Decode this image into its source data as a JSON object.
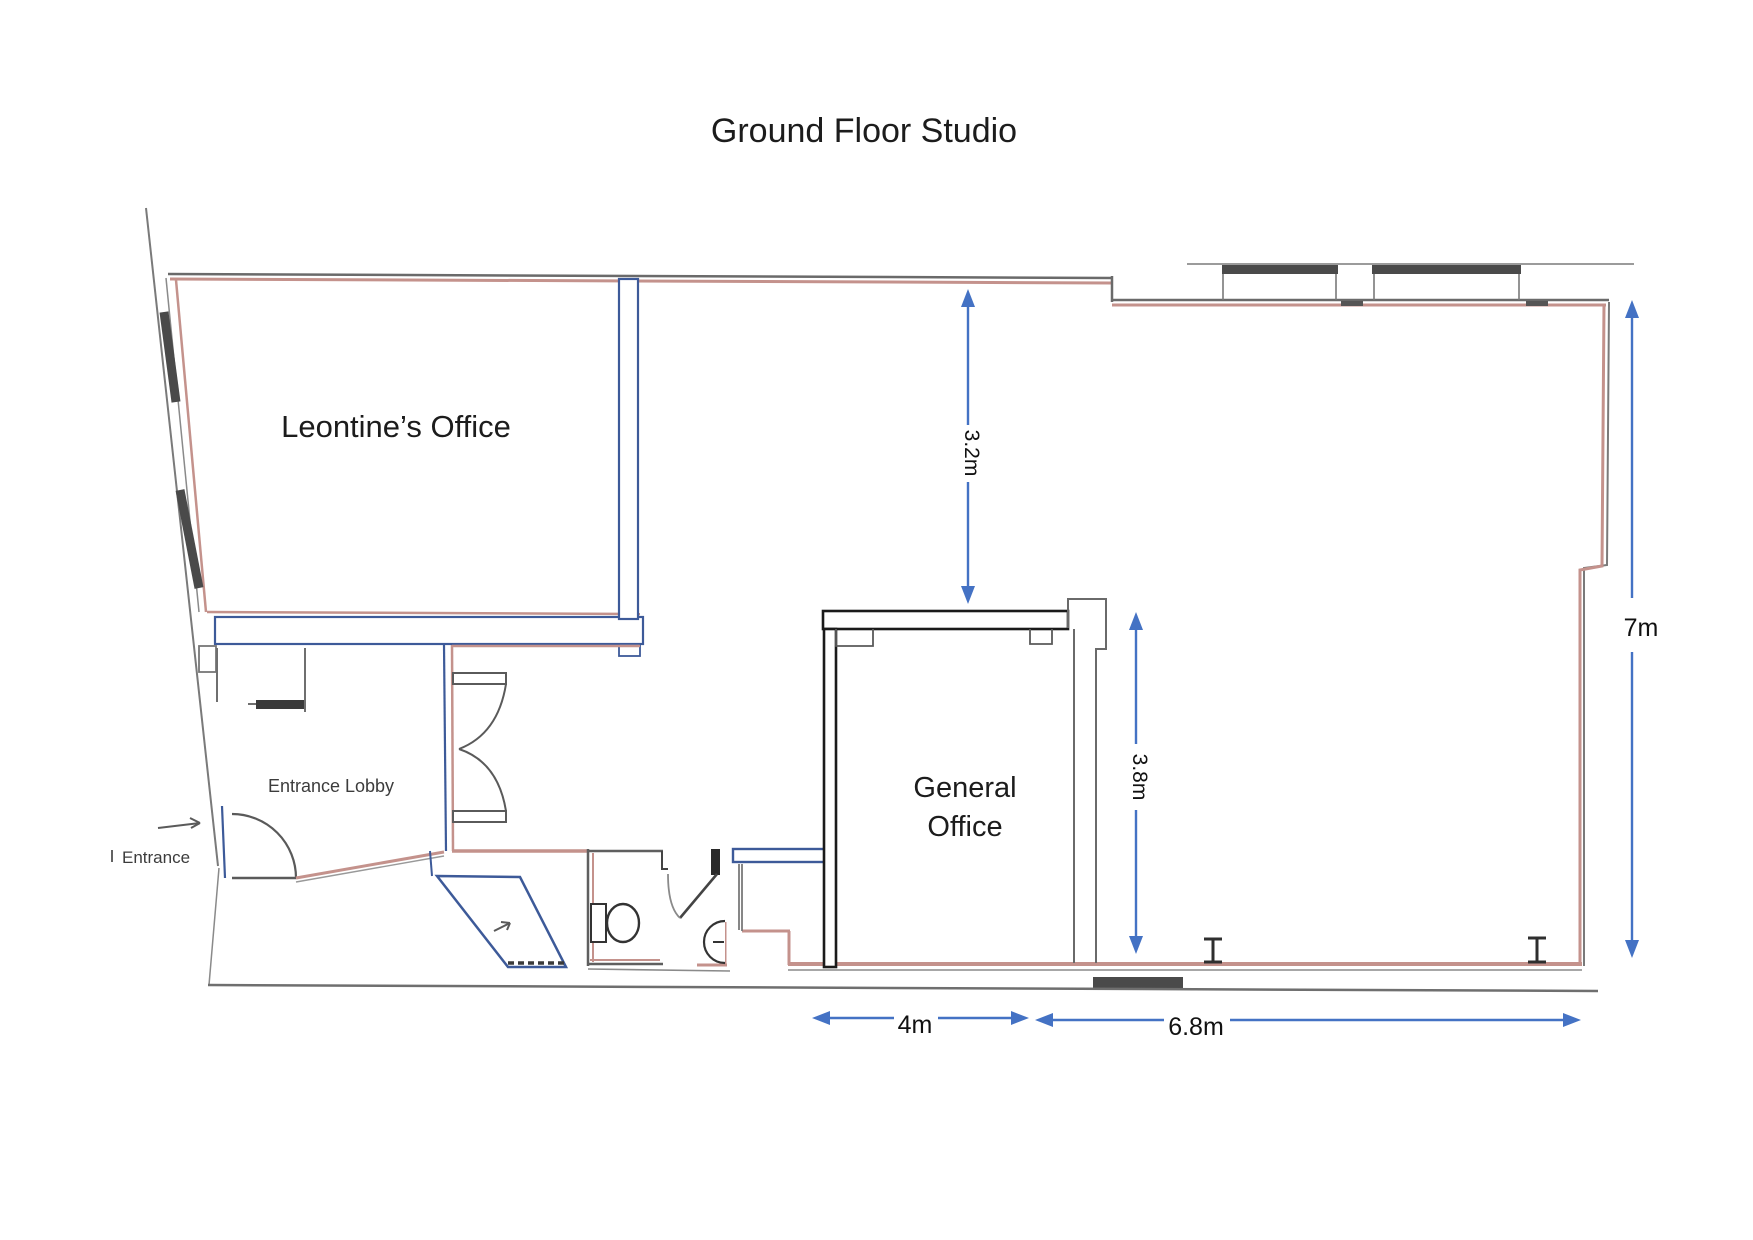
{
  "title": "Ground Floor Studio",
  "rooms": {
    "leontines_office": "Leontine’s Office",
    "general_office_line1": "General",
    "general_office_line2": "Office",
    "entrance_lobby": "Entrance Lobby"
  },
  "labels": {
    "entrance": "Entrance"
  },
  "dimensions": {
    "top_height": "3.2m",
    "general_office_height": "3.8m",
    "right_height": "7m",
    "bottom_left_width": "4m",
    "bottom_right_width": "6.8m"
  },
  "colors": {
    "dimension_blue": "#4472c4",
    "wall_pink": "#c4928c",
    "wall_blue": "#3d5a99",
    "wall_gray": "#6a6a6a",
    "wall_black": "#2a2a2a"
  }
}
